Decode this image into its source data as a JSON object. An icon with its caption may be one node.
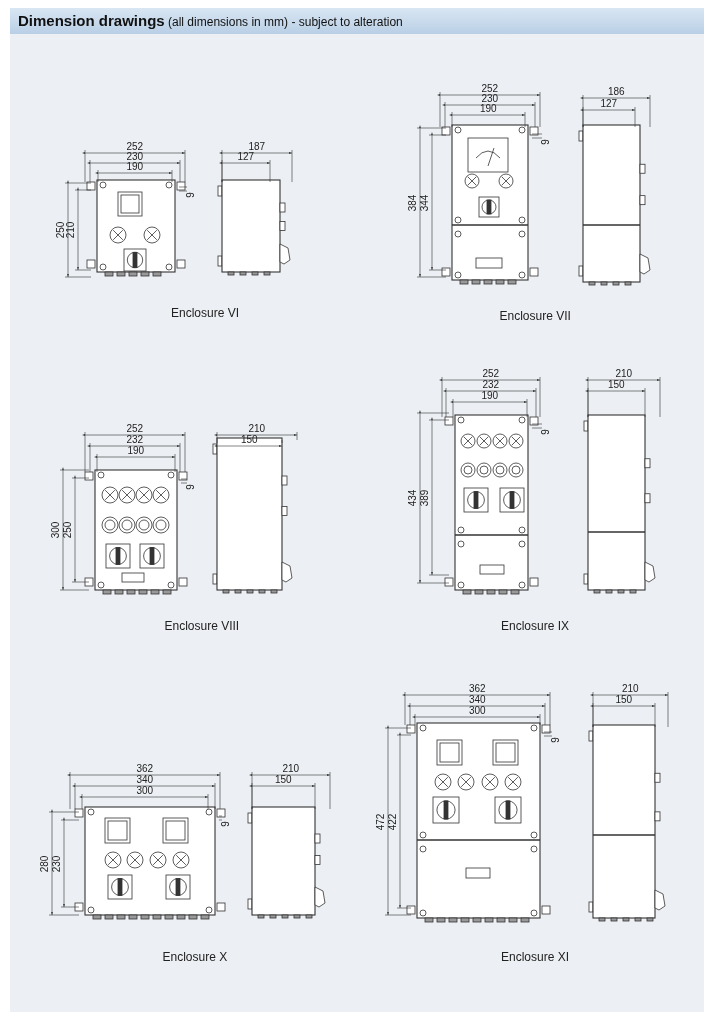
{
  "diagram": {
    "title": "**Dimension drawings** (all dimensions in mm) - subject to alteration",
    "labels": [
      "252",
      "230",
      "190",
      "187",
      "127",
      "9",
      "250",
      "210",
      "Enclosure VI",
      "252",
      "230",
      "190",
      "186",
      "127",
      "9",
      "384",
      "344",
      "Enclosure VII",
      "252",
      "232",
      "190",
      "210",
      "150",
      "9",
      "300",
      "250",
      "Enclosure VIII",
      "252",
      "232",
      "190",
      "210",
      "150",
      "9",
      "434",
      "389",
      "Enclosure IX",
      "362",
      "340",
      "300",
      "210",
      "150",
      "9",
      "280",
      "230",
      "Enclosure X",
      "362",
      "340",
      "300",
      "210",
      "150",
      "9",
      "472",
      "422",
      "Enclosure XI"
    ]
  }
}
